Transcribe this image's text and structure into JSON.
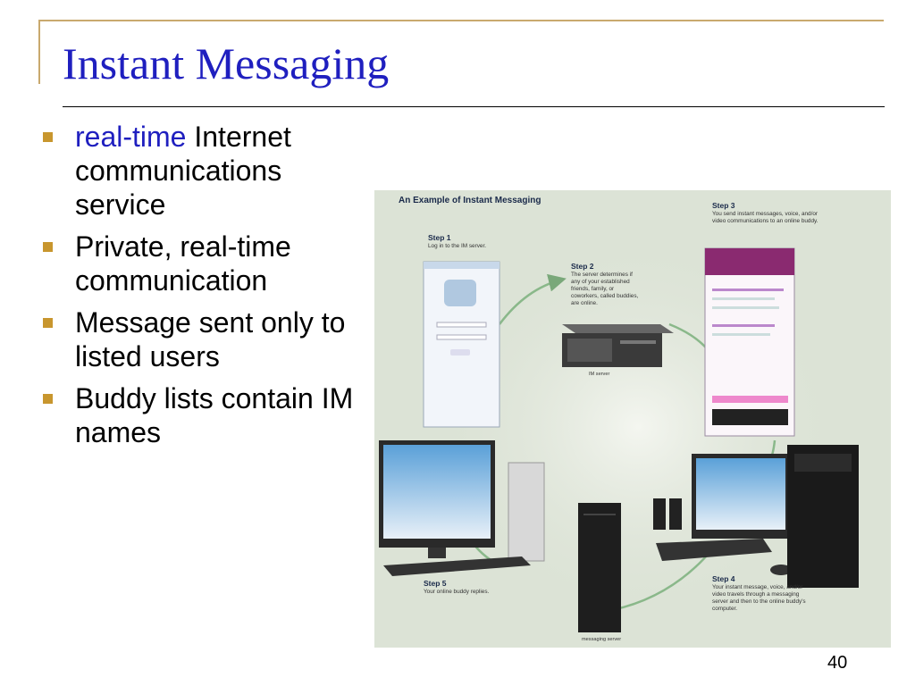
{
  "slide": {
    "title": "Instant Messaging",
    "page_number": "40",
    "accent_color": "#1f1fbf",
    "bullet_color": "#c8962e",
    "frame_color": "#c9a96e"
  },
  "bullets": [
    {
      "accent": "real-time",
      "text": " Internet communications service"
    },
    {
      "accent": "",
      "text": "Private, real-time communication"
    },
    {
      "accent": "",
      "text": "Message sent only to listed users"
    },
    {
      "accent": "",
      "text": "Buddy lists contain IM names"
    }
  ],
  "figure": {
    "title": "An Example of Instant Messaging",
    "steps": [
      {
        "heading": "Step 1",
        "body": "Log in to the IM server."
      },
      {
        "heading": "Step 2",
        "body": "The server determines if any of your established friends, family, or coworkers, called buddies, are online."
      },
      {
        "heading": "Step 3",
        "body": "You send instant messages, voice, and/or video communications to an online buddy."
      },
      {
        "heading": "Step 4",
        "body": "Your instant message, voice, and/or video travels through a messaging server and then to the online buddy's computer."
      },
      {
        "heading": "Step 5",
        "body": "Your online buddy replies."
      }
    ],
    "labels": {
      "im_server": "IM server",
      "messaging_server": "messaging server"
    },
    "icons": [
      "login-window-icon",
      "im-server-icon",
      "buddy-list-window-icon",
      "desktop-computer-icon",
      "messaging-server-icon",
      "laptop-monitor-icon"
    ]
  }
}
